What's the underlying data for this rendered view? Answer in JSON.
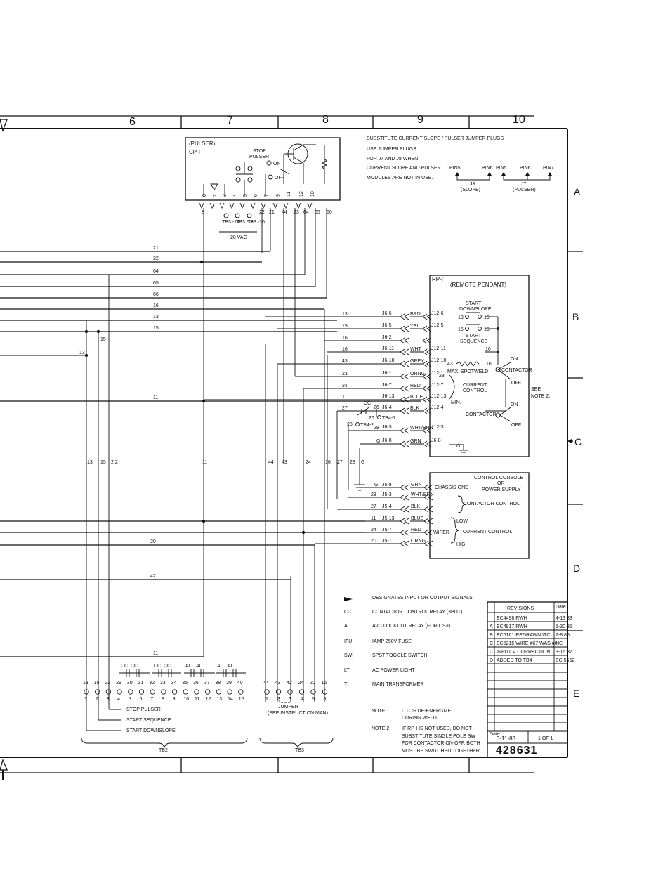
{
  "border": {
    "columns": [
      "6",
      "7",
      "8",
      "9",
      "10"
    ],
    "rows": [
      "A",
      "B",
      "C",
      "D",
      "E"
    ]
  },
  "pulser": {
    "title": "(PULSER)",
    "ref": "CP-I",
    "stop_label_1": "STOP",
    "stop_label_2": "PULSER",
    "on": "ON",
    "off": "OFF",
    "pins": [
      "8",
      "2",
      "3",
      "4",
      "5",
      "6",
      "7",
      "9",
      "11",
      "12",
      "10"
    ],
    "wires": [
      "8",
      "21",
      "22",
      "44",
      "23",
      "64",
      "65",
      "66"
    ],
    "tb3_1": "TB3 -14",
    "tb3_2": "TB3 -12",
    "tb3_3": "TB3 -10",
    "vac": "28 VAC"
  },
  "jumper_note": {
    "line1": "SUBSTITUTE CURRENT SLOPE / PULSER JUMPER PLUGS",
    "line2": "USE JUMPER PLUGS",
    "line3": "FOR J7 AND J8 WHEN",
    "line4": "CURRENT SLOPE AND PULSER",
    "line5": "MODULES ARE NOT IN USE.",
    "pin5a": "PIN5",
    "pin6a": "PIN6",
    "pin5b": "PIN5",
    "pin6b": "PIN6",
    "pin7": "PIN7",
    "j8": "J8",
    "slope": "(SLOPE)",
    "j7": "J7",
    "pulser": "(PULSER)"
  },
  "bus_wires": [
    "21",
    "22",
    "64",
    "65",
    "66",
    "16",
    "13",
    "15",
    "11",
    "20",
    "42",
    "11"
  ],
  "left_labels": [
    "13",
    "15"
  ],
  "vertical_labels": [
    "13",
    "15",
    "2 2",
    "11",
    "44",
    "43",
    "24",
    "16",
    "27",
    "28",
    "G"
  ],
  "pendant": {
    "title": "(REMOTE PENDANT)",
    "ref": "RP-I",
    "start_downslope_1": "START",
    "start_downslope_2": "DOWNSLOPE",
    "start_sequence_1": "START",
    "start_sequence_2": "SEQUENCE",
    "max_spotweld": "MAX. SPOTWELD",
    "current_1": "CURRENT",
    "current_2": "CONTROL",
    "min": "MIN.",
    "on": "ON",
    "off": "OFF",
    "contactor": "CONTACTOR",
    "contactor2": "CONTACTOR",
    "on2": "ON",
    "off2": "OFF",
    "see_note_1": "SEE",
    "see_note_2": "NOTE 2.",
    "n13": "13",
    "n16": "16",
    "n15": "15",
    "n16b": "16",
    "n16c": "16",
    "n43": "43",
    "n16d": "16",
    "n23": "23",
    "g": "G"
  },
  "j6_rows": [
    {
      "wire": "13",
      "pin": "J6-6",
      "color": "BRN",
      "j12": "J12-6"
    },
    {
      "wire": "15",
      "pin": "J6-5",
      "color": "YEL",
      "j12": "J12-5"
    },
    {
      "wire": "16",
      "pin": "J6-2",
      "color": "",
      "j12": ""
    },
    {
      "wire": "16",
      "pin": "J6-11",
      "color": "WHT",
      "j12": "J12-11"
    },
    {
      "wire": "43",
      "pin": "J6-10",
      "color": "GREY",
      "j12": "J12-10"
    },
    {
      "wire": "23",
      "pin": "J6-1",
      "color": "ORNG",
      "j12": "J12-1"
    },
    {
      "wire": "24",
      "pin": "J6-7",
      "color": "RED",
      "j12": "J12-7"
    },
    {
      "wire": "11",
      "pin": "J6-13",
      "color": "BLUE",
      "j12": "J12-13"
    },
    {
      "wire": "27",
      "pin": "J6-4",
      "color": "BLK",
      "j12": "J12-4"
    },
    {
      "wire": "28",
      "pin": "J6-3",
      "color": "WHT/BRN",
      "j12": "J12-3"
    },
    {
      "wire": "G",
      "pin": "J6-8",
      "color": "GRN",
      "j12": "J6-8"
    }
  ],
  "cc_contact": {
    "cc": "CC",
    "n26a": "26",
    "n26b": "26",
    "tb4_1": "TB4-1",
    "n28": "28",
    "tb4_2": "TB4-2"
  },
  "j5_rows": [
    {
      "wire": "G",
      "pin": "J5-8",
      "color": "GRN"
    },
    {
      "wire": "28",
      "pin": "J5-3",
      "color": "WHT/BRN"
    },
    {
      "wire": "27",
      "pin": "J5-4",
      "color": "BLK"
    },
    {
      "wire": "11",
      "pin": "J5-13",
      "color": "BLUE"
    },
    {
      "wire": "24",
      "pin": "J5-7",
      "color": "RED"
    },
    {
      "wire": "20",
      "pin": "J5-1",
      "color": "ORNG"
    }
  ],
  "console": {
    "line1": "CONTROL CONSOLE",
    "line2": "OR",
    "line3": "POWER SUPPLY",
    "chassis": "CHASSIS GND",
    "contactor": "CONTACTOR CONTROL",
    "low": "LOW",
    "wiper": "WIPER",
    "current": "CURRENT CONTROL",
    "high": "HIGH"
  },
  "legend": [
    {
      "code": "",
      "text": "DESIGNATES INPUT OR OUTPUT SIGNALS"
    },
    {
      "code": "CC",
      "text": "CONTACTOR CONTROL RELAY (3PDT)"
    },
    {
      "code": "AL",
      "text": "AVC LOCKOUT RELAY (FOR CS-I)"
    },
    {
      "code": "IFU",
      "text": "IAMP 250V FUSE"
    },
    {
      "code": "SWI",
      "text": "SPST TOGGLE SWITCH"
    },
    {
      "code": "LTI",
      "text": "AC POWER LIGHT"
    },
    {
      "code": "TI",
      "text": "MAIN TRANSFORMER"
    }
  ],
  "notes": {
    "note1_label": "NOTE 1.",
    "note1_l1": "C.C IS DE-ENERGIZED",
    "note1_l2": "DURING WELD",
    "note2_label": "NOTE 2.",
    "note2_l1": "IF RP-I IS NOT USED, DO NOT",
    "note2_l2": "SUBSTITUTE SINGLE POLE SW",
    "note2_l3": "FOR CONTACTOR ON-OFF. BOTH",
    "note2_l4": "MUST BE SWITCHED TOGETHER"
  },
  "revisions": {
    "header": "REVISIONS",
    "date_col": "Date",
    "rows": [
      {
        "ltr": "",
        "text": "EC4498 RWH",
        "date": "4-13 83"
      },
      {
        "ltr": "A",
        "text": "EC4917 RWH",
        "date": "5-30 85"
      },
      {
        "ltr": "B",
        "text": "EC5161 REDRAWN ITC",
        "date": "7-8 86"
      },
      {
        "ltr": "C",
        "text": "EC5215 WIRE #67 WAS #6",
        "date": "NC"
      },
      {
        "ltr": "C",
        "text": "INPUT V CORRECTION",
        "date": "3-16 87"
      },
      {
        "ltr": "D",
        "text": "ADDED TO TB4",
        "date": "EC 5552"
      }
    ]
  },
  "title_block": {
    "date_label": "Date",
    "date": "3-11-83",
    "sheet": "1 OF 1",
    "dwg": "428631"
  },
  "tb2": {
    "label": "TB2",
    "wires": [
      "13",
      "15",
      "22",
      "29",
      "30",
      "31",
      "32",
      "33",
      "34",
      "35",
      "36",
      "37",
      "38",
      "39",
      "40"
    ],
    "terminals": [
      "1",
      "2",
      "3",
      "4",
      "5",
      "6",
      "7",
      "8",
      "9",
      "10",
      "11",
      "12",
      "13",
      "14",
      "15"
    ],
    "cc1": "CC",
    "cc2": "CC",
    "cc3": "CC",
    "cc4": "CC",
    "al1": "AL",
    "al2": "AL",
    "al3": "AL",
    "al4": "AL",
    "stop_pulser": "STOP PULSER",
    "start_sequence": "START SEQUENCE",
    "start_downslope": "START DOWNSLOPE"
  },
  "tb3": {
    "label": "TB3",
    "wires": [
      "44",
      "43",
      "42",
      "24",
      "20",
      "16"
    ],
    "terminals": [
      "1",
      "2",
      "3",
      "4",
      "5",
      "6"
    ],
    "jumper": "JUMPER",
    "instruction": "(SEE INSTRUCTION MAN)"
  }
}
